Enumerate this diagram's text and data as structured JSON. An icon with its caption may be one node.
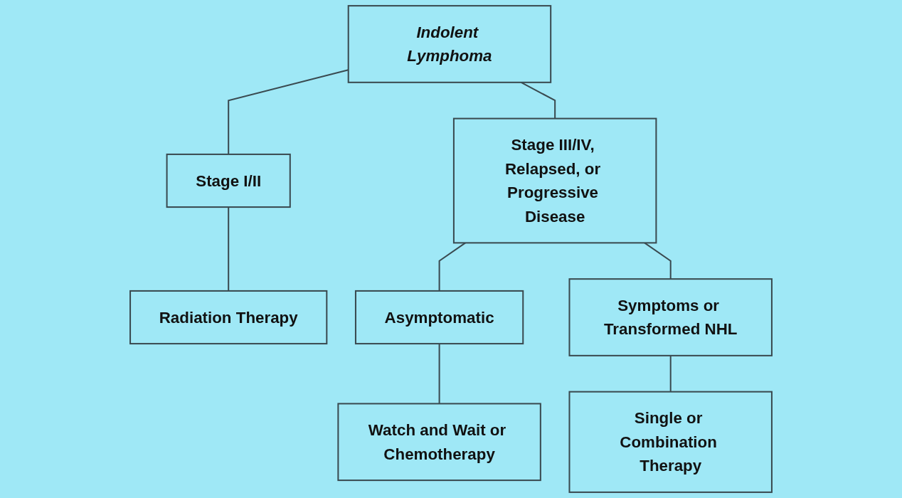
{
  "diagram": {
    "nodes": [
      {
        "text": [
          "Indolent Lymphoma"
        ]
      },
      {
        "text": [
          "Stage I/II"
        ]
      },
      {
        "text": [
          "Stage III/IV, Relapsed, or Progressive Disease"
        ]
      },
      {
        "text": [
          "Radiation Therapy"
        ]
      },
      {
        "text": [
          "Asymptomatic"
        ]
      },
      {
        "text": [
          "Symptoms or Transformed NHL"
        ]
      },
      {
        "text": [
          "Watch and Wait or Chemotherapy"
        ]
      },
      {
        "text": [
          "Single or Combination Therapy"
        ]
      }
    ],
    "edges": [
      {
        "from": 0,
        "to": 1,
        "arrow": "none"
      },
      {
        "from": 0,
        "to": 2,
        "arrow": "none"
      },
      {
        "from": 1,
        "to": 3,
        "arrow": "none"
      },
      {
        "from": 2,
        "to": 4,
        "arrow": "none"
      },
      {
        "from": 2,
        "to": 5,
        "arrow": "none"
      },
      {
        "from": 4,
        "to": 6,
        "arrow": "none"
      },
      {
        "from": 5,
        "to": 7,
        "arrow": "none"
      }
    ]
  }
}
